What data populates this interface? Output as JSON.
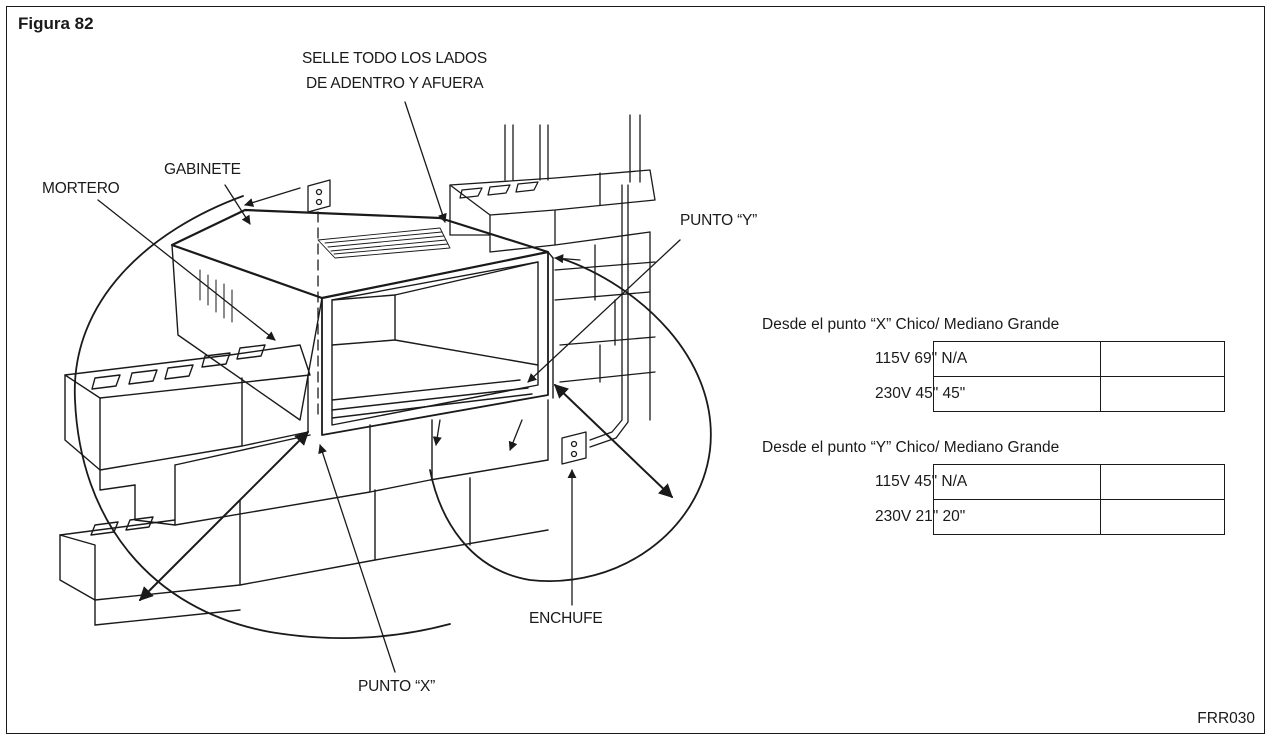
{
  "figure": {
    "title": "Figura 82",
    "code": "FRR030"
  },
  "callouts": {
    "seal_line1": "SELLE TODO LOS LADOS",
    "seal_line2": "DE ADENTRO Y AFUERA",
    "gabinete": "GABINETE",
    "mortero": "MORTERO",
    "punto_y": "PUNTO “Y”",
    "punto_x": "PUNTO “X”",
    "enchufe": "ENCHUFE"
  },
  "tables": [
    {
      "header": "Desde el punto “X” Chico/ Mediano Grande",
      "rows": [
        {
          "text": "115V 69\" N/A"
        },
        {
          "text": "230V 45\" 45\""
        }
      ]
    },
    {
      "header": "Desde el punto “Y” Chico/ Mediano Grande",
      "rows": [
        {
          "text": "115V 45\" N/A"
        },
        {
          "text": "230V 21\" 20\""
        }
      ]
    }
  ]
}
